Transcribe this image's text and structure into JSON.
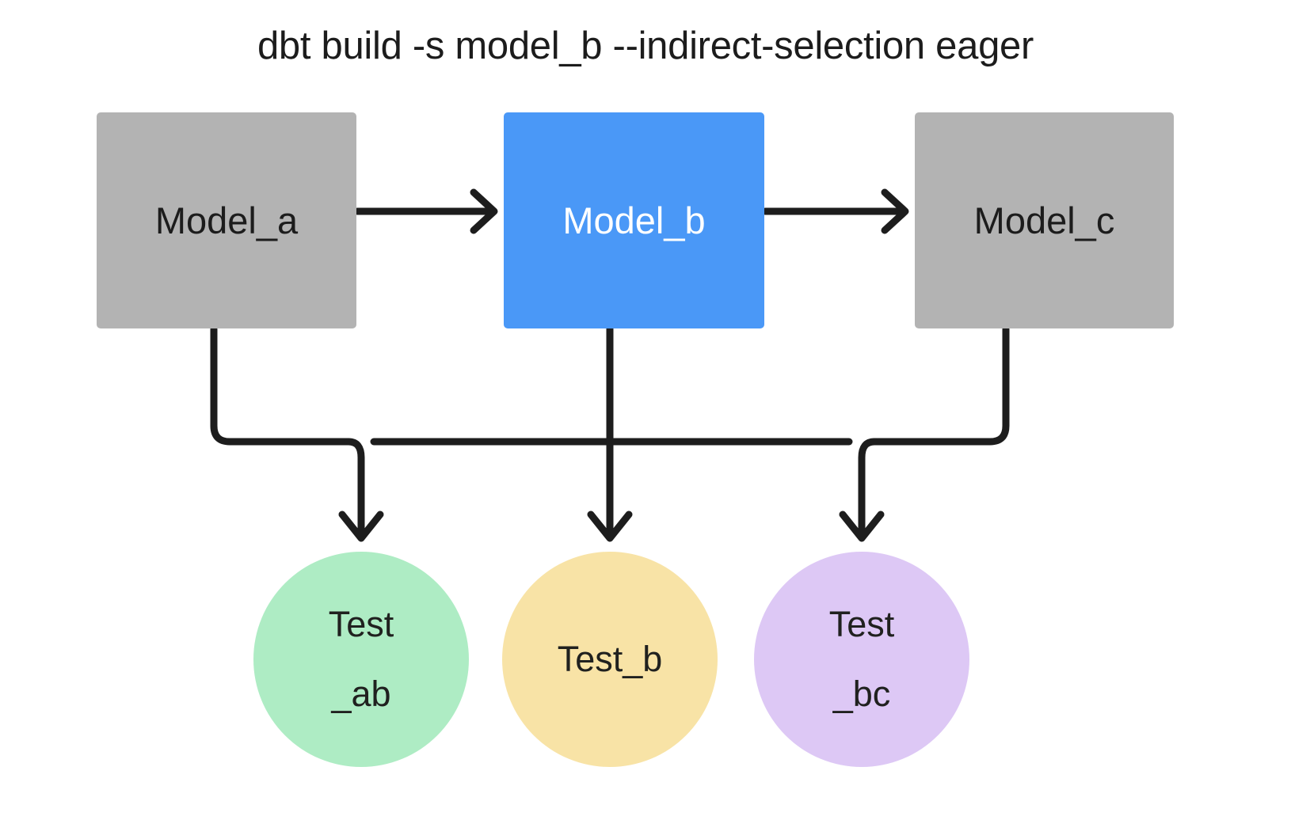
{
  "title": "dbt build -s model_b --indirect-selection eager",
  "theme": {
    "background": "#ffffff",
    "edge_color": "#1d1d1d",
    "model_default_fill": "#b3b3b3",
    "model_selected_fill": "#4a98f7",
    "model_default_text": "#1c1c1c",
    "model_selected_text": "#ffffff",
    "test_ab_fill": "#aeecc4",
    "test_b_fill": "#f8e3a6",
    "test_bc_fill": "#ddc8f5",
    "test_text": "#20211f"
  },
  "diagram": {
    "type": "dag",
    "models": [
      {
        "id": "model_a",
        "label": "Model_a",
        "fill": "#b3b3b3",
        "text_color": "#1c1c1c",
        "selected": false
      },
      {
        "id": "model_b",
        "label": "Model_b",
        "fill": "#4a98f7",
        "text_color": "#ffffff",
        "selected": true
      },
      {
        "id": "model_c",
        "label": "Model_c",
        "fill": "#b3b3b3",
        "text_color": "#1c1c1c",
        "selected": false
      }
    ],
    "tests": [
      {
        "id": "test_ab",
        "label": "Test\n_ab",
        "fill": "#aeecc4",
        "shape": "circle"
      },
      {
        "id": "test_b",
        "label": "Test_b",
        "fill": "#f8e3a6",
        "shape": "circle"
      },
      {
        "id": "test_bc",
        "label": "Test\n_bc",
        "fill": "#ddc8f5",
        "shape": "circle"
      }
    ],
    "edges": [
      {
        "from": "model_a",
        "to": "model_b",
        "style": "arrow-right"
      },
      {
        "from": "model_b",
        "to": "model_c",
        "style": "arrow-right"
      },
      {
        "from": "model_a",
        "to": "test_ab",
        "style": "arrow-down-elbow"
      },
      {
        "from": "model_b",
        "to": "test_ab",
        "style": "arrow-down-elbow"
      },
      {
        "from": "model_b",
        "to": "test_b",
        "style": "arrow-down"
      },
      {
        "from": "model_b",
        "to": "test_bc",
        "style": "arrow-down-elbow"
      },
      {
        "from": "model_c",
        "to": "test_bc",
        "style": "arrow-down-elbow"
      }
    ]
  }
}
